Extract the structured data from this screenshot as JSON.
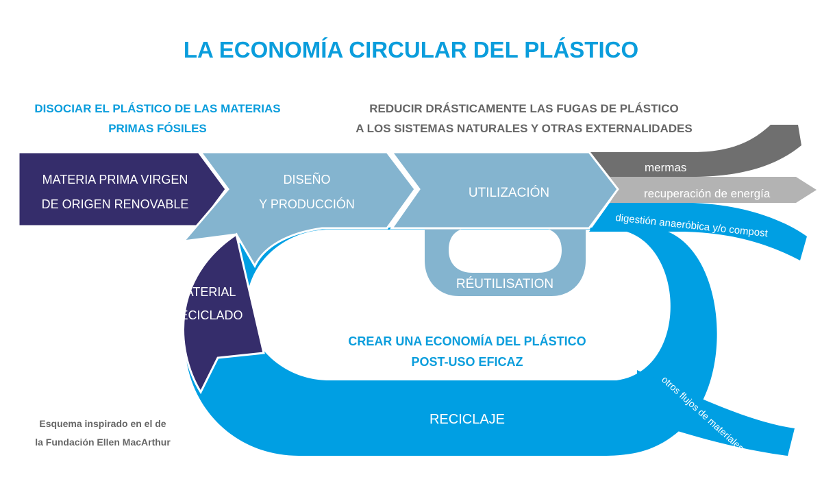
{
  "title": "LA ECONOMÍA CIRCULAR DEL PLÁSTICO",
  "headings": {
    "left": [
      "DISOCIAR EL PLÁSTICO DE LAS MATERIAS",
      "PRIMAS FÓSILES"
    ],
    "right": [
      "REDUCIR DRÁSTICAMENTE LAS FUGAS DE PLÁSTICO",
      "A LOS SISTEMAS NATURALES Y OTRAS EXTERNALIDADES"
    ],
    "center": [
      "CREAR UNA ECONOMÍA DEL PLÁSTICO",
      "POST-USO EFICAZ"
    ]
  },
  "stages": {
    "materia_prima": [
      "MATERIA PRIMA VIRGEN",
      "DE ORIGEN RENOVABLE"
    ],
    "diseno": [
      "DISEÑO",
      "Y PRODUCCIÓN"
    ],
    "utilizacion": "UTILIZACIÓN",
    "reutilisation": "RÉUTILISATION",
    "material_reciclado": [
      "MATERIAL",
      "RECICLADO"
    ],
    "reciclaje": "RECICLAJE"
  },
  "outflows": {
    "mermas": "mermas",
    "recuperacion": "recuperación de energía",
    "digestion": "digestión anaeróbica y/o compost",
    "otros": "otros flujos de materiales"
  },
  "footnote": [
    "Esquema inspirado en el de",
    "la Fundación Ellen MacArthur"
  ],
  "colors": {
    "title": "#0a9ddc",
    "navy": "#352d6b",
    "light_blue": "#84b4cf",
    "bright_blue": "#009fe3",
    "dark_gray": "#6f6f6f",
    "light_gray": "#b3b3b3",
    "gray_text": "#666666"
  }
}
